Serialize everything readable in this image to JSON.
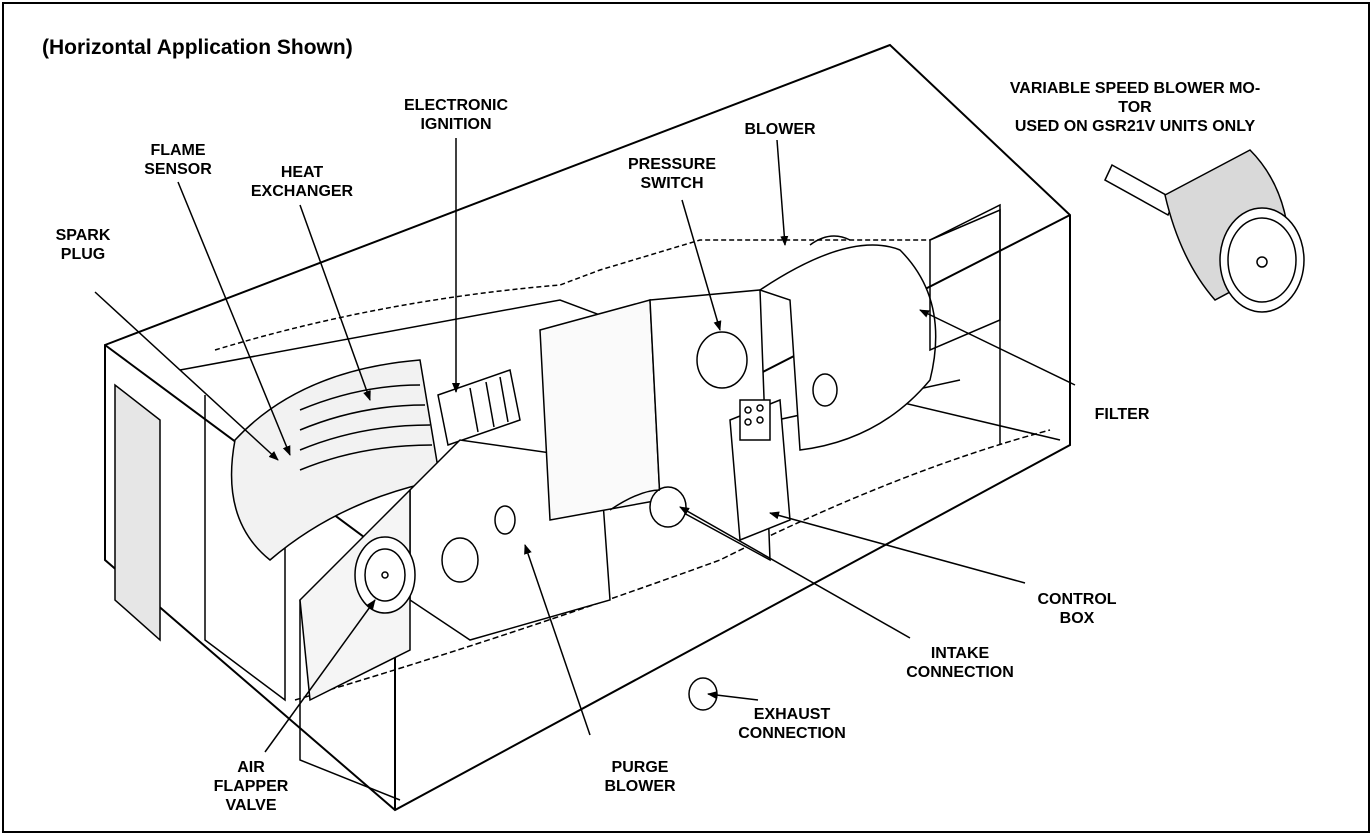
{
  "title": "(Horizontal Application Shown)",
  "motor_note": {
    "line1": "VARIABLE SPEED BLOWER MO-",
    "line2": "TOR",
    "line3": "USED ON GSR21V UNITS ONLY"
  },
  "labels": {
    "flame_sensor": [
      "FLAME",
      "SENSOR"
    ],
    "electronic_ignition": [
      "ELECTRONIC",
      "IGNITION"
    ],
    "heat_exchanger": [
      "HEAT",
      "EXCHANGER"
    ],
    "spark_plug": [
      "SPARK",
      "PLUG"
    ],
    "pressure_switch": [
      "PRESSURE",
      "SWITCH"
    ],
    "blower": [
      "BLOWER"
    ],
    "filter": [
      "FILTER"
    ],
    "control_box": [
      "CONTROL",
      "BOX"
    ],
    "intake_connection": [
      "INTAKE",
      "CONNECTION"
    ],
    "exhaust_connection": [
      "EXHAUST",
      "CONNECTION"
    ],
    "purge_blower": [
      "PURGE",
      "BLOWER"
    ],
    "air_flapper_valve": [
      "AIR",
      "FLAPPER",
      "VALVE"
    ]
  },
  "colors": {
    "ink": "#000000",
    "paper": "#ffffff",
    "shade": "#d9d9d9"
  }
}
